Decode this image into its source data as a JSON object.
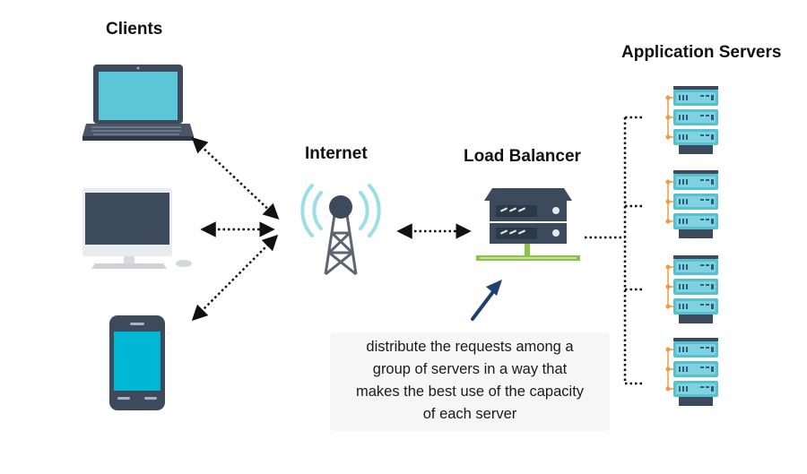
{
  "labels": {
    "clients": "Clients",
    "internet": "Internet",
    "load_balancer": "Load Balancer",
    "application_servers": "Application Servers"
  },
  "note": {
    "lines": [
      "distribute the requests among a",
      "group of servers in a way that",
      "makes the best use of the capacity",
      "of each server"
    ]
  },
  "icons": {
    "laptop": "laptop-icon",
    "desktop": "desktop-computer-icon",
    "phone": "smartphone-icon",
    "tower": "antenna-tower-icon",
    "load_balancer": "load-balancer-icon",
    "server": "server-rack-icon"
  },
  "colors": {
    "screen": "#5bc6d6",
    "device_dark": "#3d4a5c",
    "server_teal": "#4fb8c8",
    "arrow_navy": "#1f3f70",
    "lb_green": "#8bc34a",
    "server_orange": "#f29a3a"
  }
}
